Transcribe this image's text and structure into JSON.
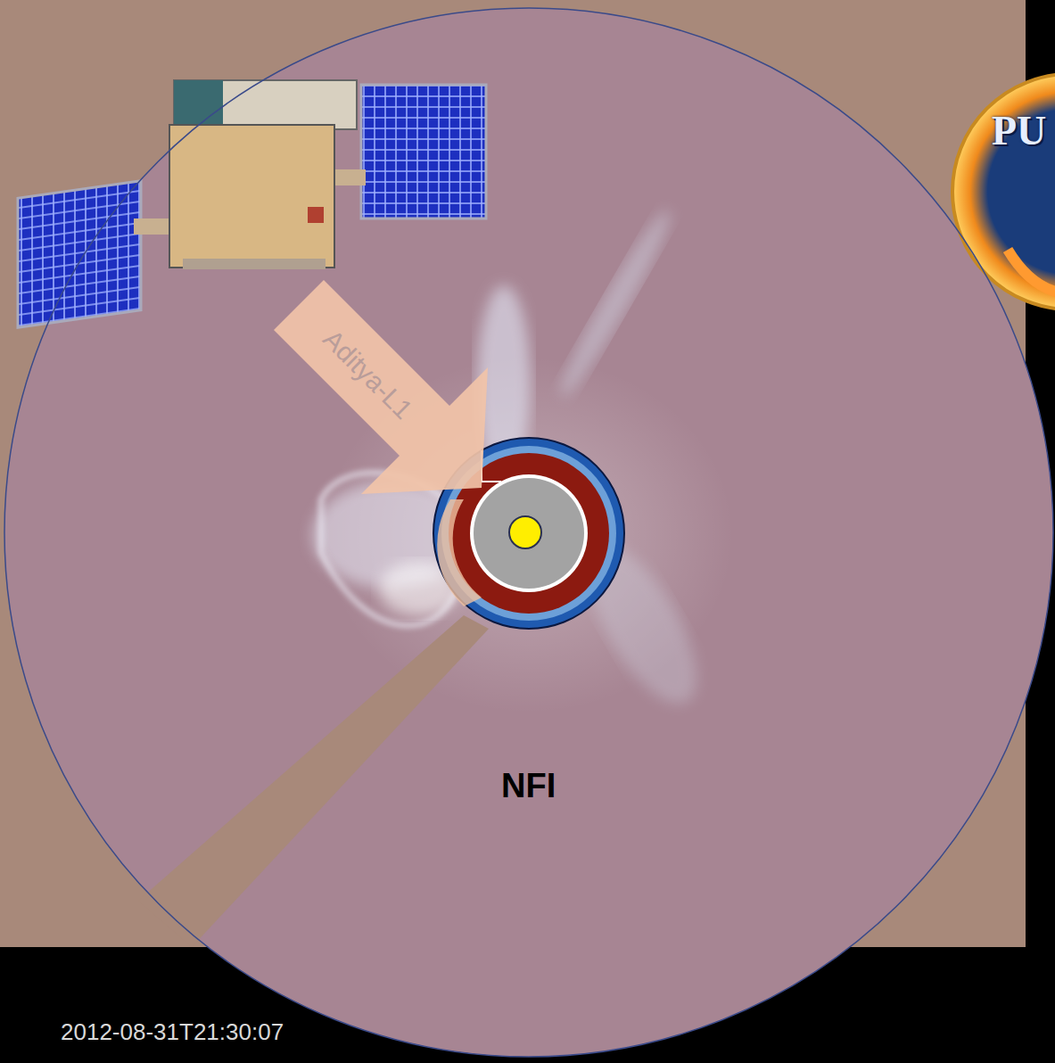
{
  "diagram": {
    "nodes": [
      {
        "text": [
          "NFI"
        ]
      }
    ],
    "labels": [
      "Aditya-L1",
      "2012-08-31T21:30:07",
      "PU"
    ]
  }
}
